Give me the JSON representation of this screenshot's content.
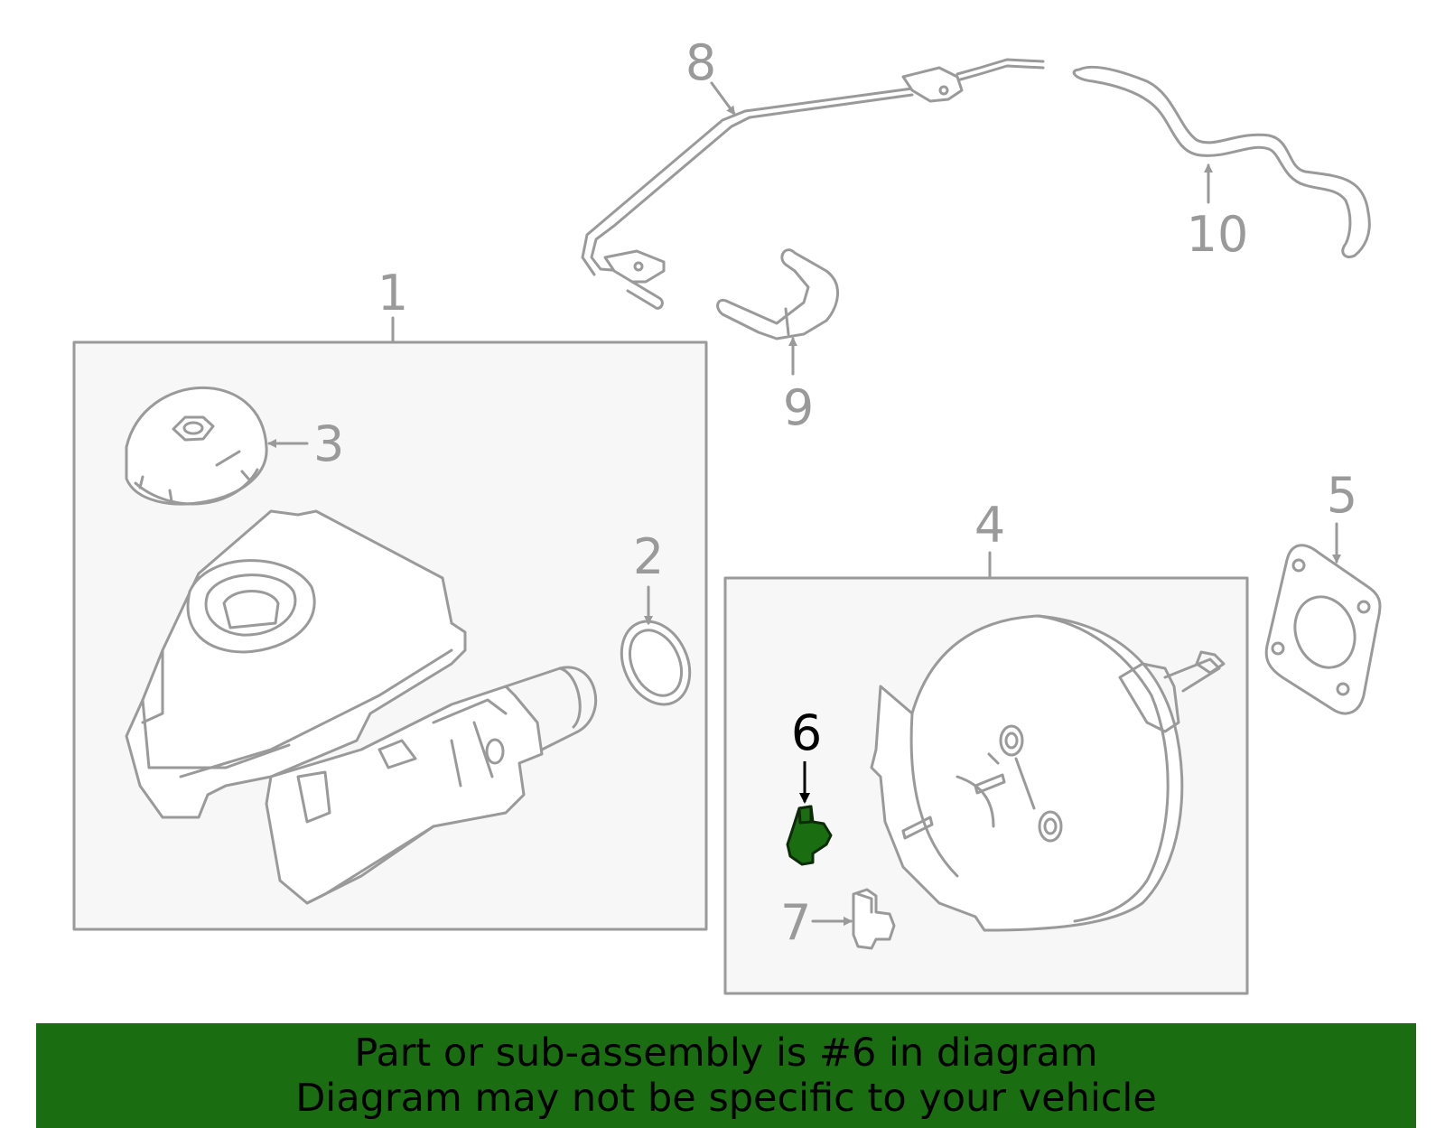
{
  "callouts": {
    "c1": "1",
    "c2": "2",
    "c3": "3",
    "c4": "4",
    "c5": "5",
    "c6": "6",
    "c7": "7",
    "c8": "8",
    "c9": "9",
    "c10": "10"
  },
  "highlight": {
    "part_number": "6",
    "color": "#1b6d12"
  },
  "colors": {
    "outline": "#9a9a9a",
    "box_fill": "#f7f7f7",
    "banner": "#1b6d12"
  },
  "banner": {
    "line1": "Part or sub-assembly is #6 in diagram",
    "line2": "Diagram may not be specific to your vehicle"
  }
}
